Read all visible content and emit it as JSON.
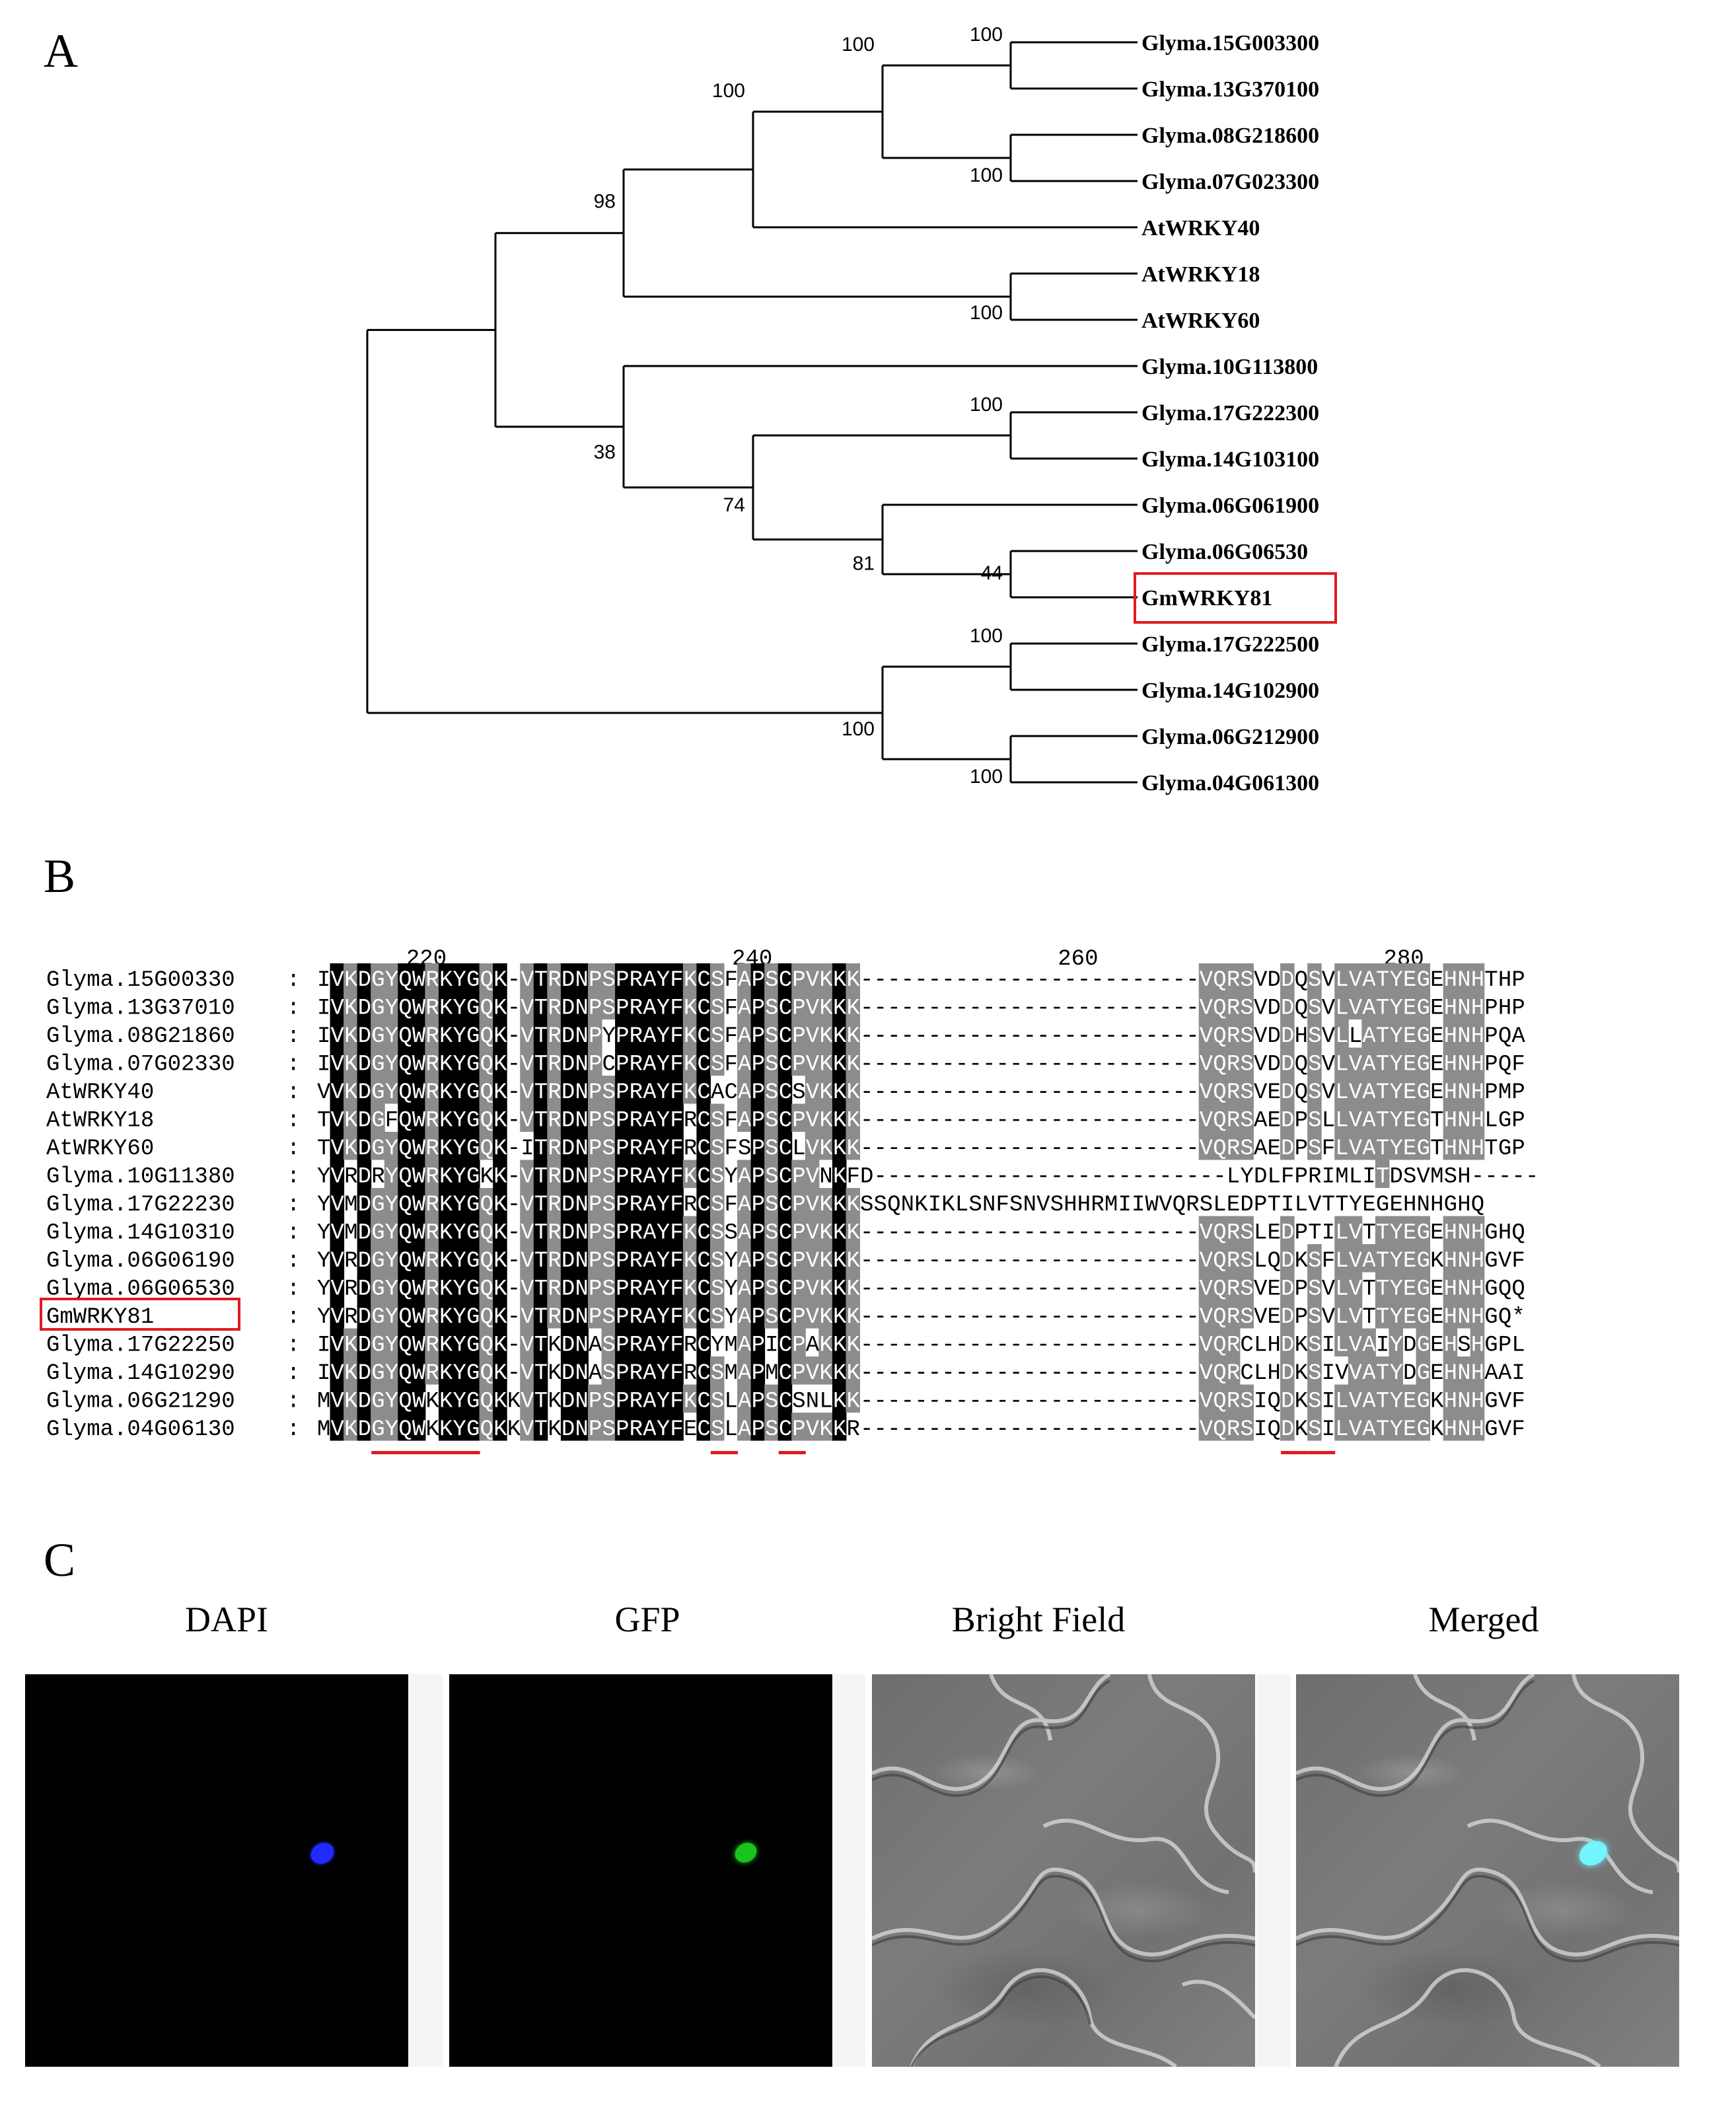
{
  "panels": {
    "a": "A",
    "b": "B",
    "c": "C"
  },
  "tree": {
    "leaves": [
      "Glyma.15G003300",
      "Glyma.13G370100",
      "Glyma.08G218600",
      "Glyma.07G023300",
      "AtWRKY40",
      "AtWRKY18",
      "AtWRKY60",
      "Glyma.10G113800",
      "Glyma.17G222300",
      "Glyma.14G103100",
      "Glyma.06G061900",
      "Glyma.06G06530",
      "GmWRKY81",
      "Glyma.17G222500",
      "Glyma.14G102900",
      "Glyma.06G212900",
      "Glyma.04G061300"
    ],
    "bootstraps": [
      "100",
      "100",
      "100",
      "100",
      "98",
      "100",
      "100",
      "38",
      "74",
      "81",
      "44",
      "100",
      "100",
      "100"
    ],
    "highlight_leaf": "GmWRKY81",
    "highlight_color": "#e01b24"
  },
  "alignment": {
    "positions": [
      "220",
      "240",
      "260",
      "280"
    ],
    "names": [
      "Glyma.15G00330",
      "Glyma.13G37010",
      "Glyma.08G21860",
      "Glyma.07G02330",
      "AtWRKY40",
      "AtWRKY18",
      "AtWRKY60",
      "Glyma.10G11380",
      "Glyma.17G22230",
      "Glyma.14G10310",
      "Glyma.06G06190",
      "Glyma.06G06530",
      "GmWRKY81",
      "Glyma.17G22250",
      "Glyma.14G10290",
      "Glyma.06G21290",
      "Glyma.04G06130"
    ],
    "separator": ":",
    "sequences": [
      "IVKDGYQWRKYGQK-VTRDNPSPRAYFKCSFAPSCPVKKK-------------------------VQRSVDDQSVLVATYEGEHNHTHP",
      "IVKDGYQWRKYGQK-VTRDNPSPRAYFKCSFAPSCPVKKK-------------------------VQRSVDDQSVLVATYEGEHNHPHP",
      "IVKDGYQWRKYGQK-VTRDNPYPRAYFKCSFAPSCPVKKK-------------------------VQRSVDDHSVLLATYEGEHNHPQA",
      "IVKDGYQWRKYGQK-VTRDNPCPRAYFKCSFAPSCPVKKK-------------------------VQRSVDDQSVLVATYEGEHNHPQF",
      "VVKDGYQWRKYGQK-VTRDNPSPRAYFKCACAPSCSVKKK-------------------------VQRSVEDQSVLVATYEGEHNHPMP",
      "TVKDGFQWRKYGQK-VTRDNPSPRAYFRCSFAPSCPVKKK-------------------------VQRSAEDPSLLVATYEGTHNHLGP",
      "TVKDGYQWRKYGQK-ITRDNPSPRAYFRCSFSPSCLVKKK-------------------------VQRSAEDPSFLVATYEGTHNHTGP",
      "YVRDRYQWRKYGKK-VTRDNPSPRAYFKCSYAPSCPVNKFD--------------------------LYDLFPRIMLITDSVMSH-----",
      "YVMDGYQWRKYGQK-VTRDNPSPRAYFRCSFAPSCPVKKKSSQNKIKLSNFSNVSHHRMIIWVQRSLEDPTILVTTYEGEHNHGHQ",
      "YVMDGYQWRKYGQK-VTRDNPSPRAYFKCSSAPSCPVKKK-------------------------VQRSLEDPTILVTTYEGEHNHGHQ",
      "YVRDGYQWRKYGQK-VTRDNPSPRAYFKCSYAPSCPVKKK-------------------------VQRSLQDKSFLVATYEGKHNHGVF",
      "YVRDGYQWRKYGQK-VTRDNPSPRAYFKCSYAPSCPVKKK-------------------------VQRSVEDPSVLVTTYEGEHNHGQQ",
      "YVRDGYQWRKYGQK-VTRDNPSPRAYFKCSYAPSCPVKKK-------------------------VQRSVEDPSVLVTTYEGEHNHGQ*",
      "IVKDGYQWRKYGQK-VTKDNASPRAYFRCYMAPICPAKKK-------------------------VQRCLHDKSILVAIYDGEHSHGPL",
      "IVKDGYQWRKYGQK-VTKDNASPRAYFRCSMAPMCPVKKK-------------------------VQRCLHDKSIVVATYDGEHNHAAI",
      "MVKDGYQWKKYGQKKVTKDNPSPRAYFKCSLAPSCSNLKK-------------------------VQRSIQDKSILVATYEGKHNHGVF",
      "MVKDGYQWKKYGQKKVTKDNPSPRAYFECSLAPSCPVKKR-------------------------VQRSIQDKSILVATYEGKHNHGVF"
    ],
    "highlight_name": "GmWRKY81",
    "shade_black": "#000000",
    "shade_gray": "#8c8c8c",
    "underline_color": "#e01b24"
  },
  "microscopy": {
    "titles": [
      "DAPI",
      "GFP",
      "Bright Field",
      "Merged"
    ],
    "dapi_color": "#1f2bff",
    "gfp_color": "#19c41d",
    "merged_color": "#74f4ff"
  }
}
